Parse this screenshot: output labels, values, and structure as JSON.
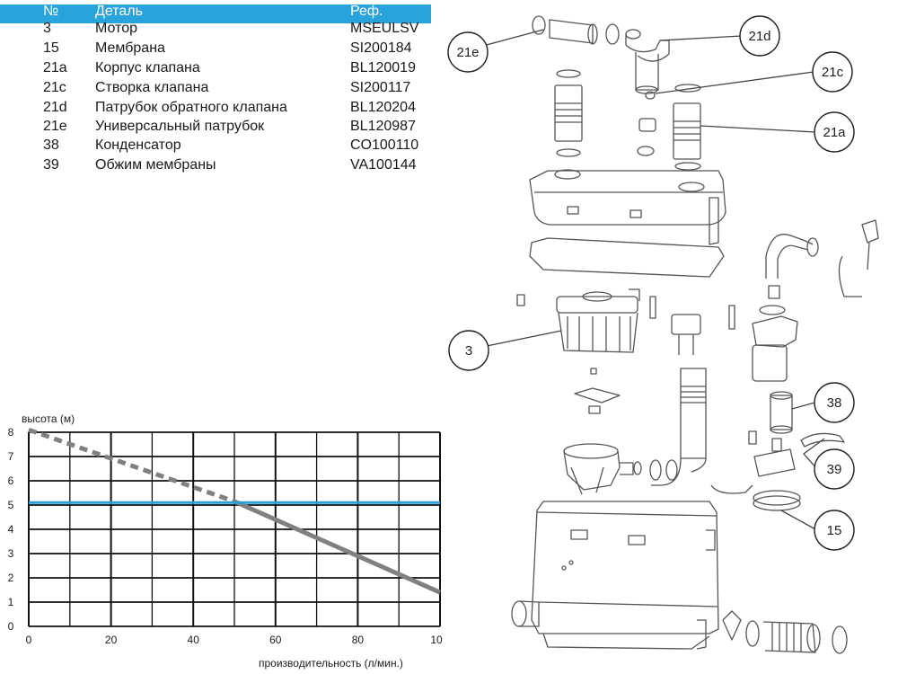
{
  "table": {
    "headers": {
      "num": "№",
      "part": "Деталь",
      "ref": "Реф."
    },
    "rows": [
      {
        "num": "3",
        "part": "Мотор",
        "ref": "MSEULSV"
      },
      {
        "num": "15",
        "part": "Мембрана",
        "ref": "SI200184"
      },
      {
        "num": "21a",
        "part": "Корпус клапана",
        "ref": "BL120019"
      },
      {
        "num": "21c",
        "part": "Створка клапана",
        "ref": "SI200117"
      },
      {
        "num": "21d",
        "part": "Патрубок обратного клапана",
        "ref": "BL120204"
      },
      {
        "num": "21e",
        "part": "Универсальный патрубок",
        "ref": "BL120987"
      },
      {
        "num": "38",
        "part": "Конденсатор",
        "ref": "CO100110"
      },
      {
        "num": "39",
        "part": "Обжим мембраны",
        "ref": "VA100144"
      }
    ]
  },
  "chart_data": {
    "type": "line",
    "ylabel": "высота (м)",
    "xlabel": "производительность (л/мин.)",
    "xlim": [
      0,
      100
    ],
    "ylim": [
      0,
      8
    ],
    "x_ticks": [
      "0",
      "20",
      "40",
      "60",
      "80",
      "10"
    ],
    "y_ticks": [
      "0",
      "1",
      "2",
      "3",
      "4",
      "5",
      "6",
      "7",
      "8"
    ],
    "grid": true,
    "series": [
      {
        "style": "dashed",
        "color": "#808080",
        "x": [
          0,
          50
        ],
        "y": [
          8.1,
          5.15
        ]
      },
      {
        "style": "solid",
        "color": "#808080",
        "x": [
          50,
          100
        ],
        "y": [
          5.15,
          1.4
        ]
      },
      {
        "style": "solid",
        "color": "#2c9fd6",
        "x": [
          0,
          100
        ],
        "y": [
          5.1,
          5.1
        ]
      }
    ]
  },
  "diagram": {
    "callouts": [
      "21e",
      "21d",
      "21c",
      "21a",
      "3",
      "38",
      "39",
      "15"
    ]
  },
  "colors": {
    "accent": "#29a3dc",
    "line": "#808080",
    "grid": "#111111",
    "drawing": "#555555"
  }
}
